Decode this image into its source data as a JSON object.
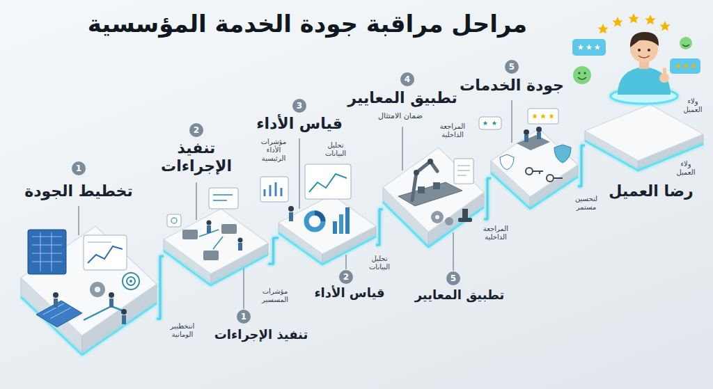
{
  "diagram": {
    "title": "مراحل مراقبة جودة الخدمة المؤسسية",
    "nodes": [
      {
        "text": [
          "تخطيط الجودة"
        ]
      },
      {
        "text": [
          "تنفيذ الإجراءات"
        ]
      },
      {
        "text": [
          "قياس الأداء"
        ]
      },
      {
        "text": [
          "تطبيق المعايير"
        ]
      },
      {
        "text": [
          "جودة الخدمات"
        ]
      },
      {
        "text": [
          "رضا العميل"
        ]
      }
    ],
    "edges": [
      {
        "from": 0,
        "to": 1,
        "arrow": "none"
      },
      {
        "from": 1,
        "to": 2,
        "arrow": "none"
      },
      {
        "from": 2,
        "to": 3,
        "arrow": "none"
      },
      {
        "from": 3,
        "to": 4,
        "arrow": "none"
      },
      {
        "from": 4,
        "to": 5,
        "arrow": "none"
      }
    ],
    "labels": [
      "1",
      "2",
      "3",
      "4",
      "5",
      "ضمان الامتثال",
      "مؤشرات الأداء الرئيسية",
      "تحليل البيانات",
      "المراجعة الداخلية",
      "ولاء العميل",
      "ولاء العميل",
      "لتحسين مستمر",
      "انتخطيير الومانية",
      "مؤشرات المسسير",
      "1",
      "تنفيذ الإجراءات",
      "تحليل البيانات",
      "2",
      "قياس الأداء",
      "المراجعة الداخلية",
      "5",
      "تطبيق المعايير"
    ]
  }
}
